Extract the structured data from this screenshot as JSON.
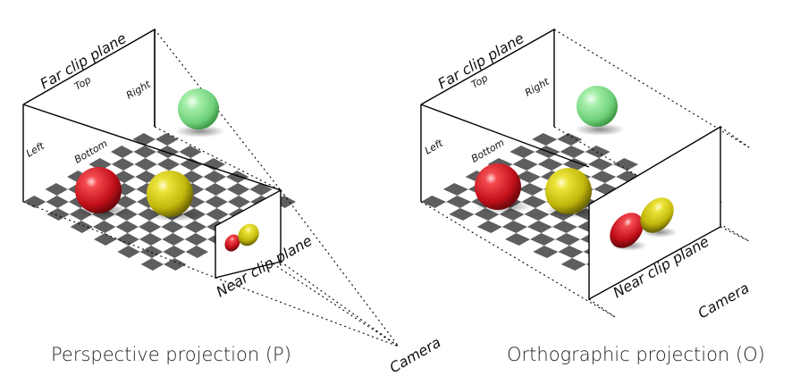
{
  "perspective": {
    "far_clip_plane": "Far clip plane",
    "top": "Top",
    "right": "Right",
    "left": "Left",
    "bottom": "Bottom",
    "near_clip_plane": "Near clip plane",
    "camera": "Camera",
    "caption": "Perspective projection (P)"
  },
  "orthographic": {
    "far_clip_plane": "Far clip plane",
    "top": "Top",
    "right": "Right",
    "left": "Left",
    "bottom": "Bottom",
    "near_clip_plane": "Near clip plane",
    "camera": "Camera",
    "caption": "Orthographic projection (O)"
  },
  "colors": {
    "red_sphere": "#d9141c",
    "yellow_sphere": "#d6cc12",
    "green_sphere": "#7fe08a",
    "checker_dark": "#5e5e5e",
    "checker_light": "#ffffff"
  }
}
